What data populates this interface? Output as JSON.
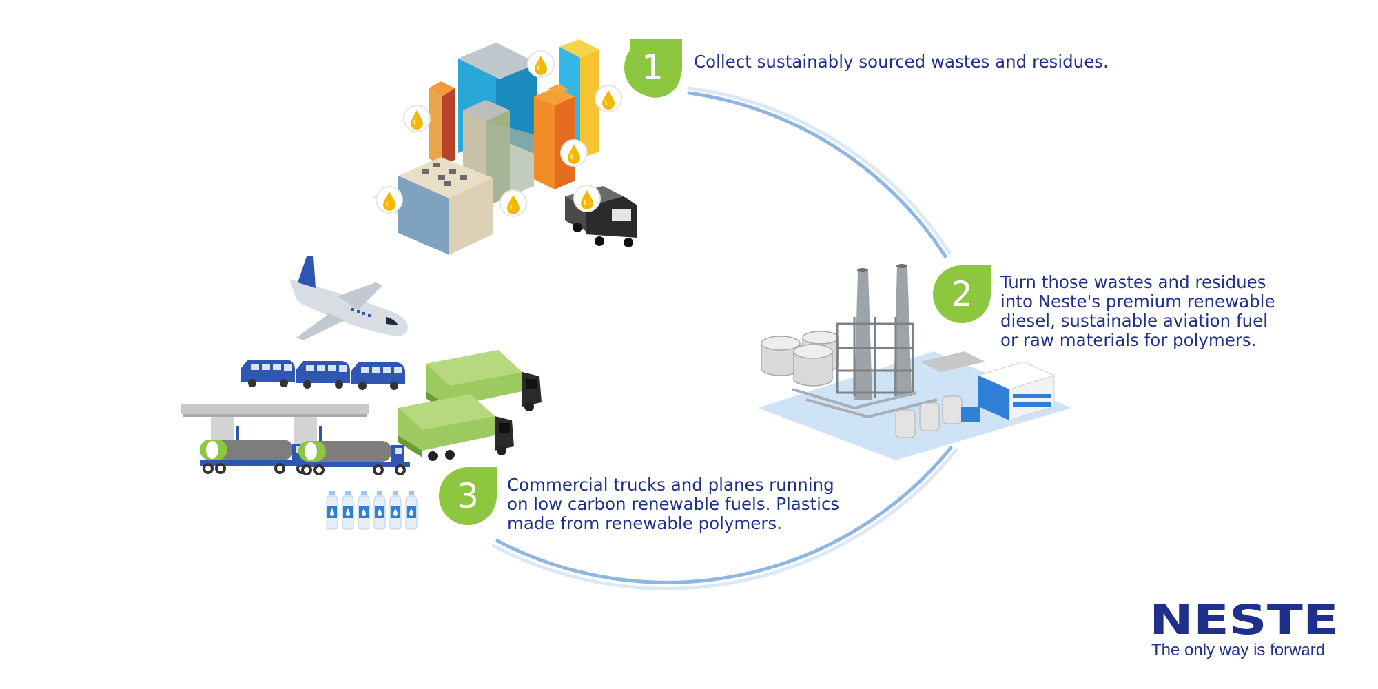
{
  "steps": [
    {
      "number": "1",
      "lines": [
        "Collect sustainably sourced wastes and residues."
      ]
    },
    {
      "number": "2",
      "lines": [
        "Turn those wastes and residues",
        "into Neste's premium renewable",
        "diesel, sustainable aviation fuel",
        "or raw materials for polymers."
      ]
    },
    {
      "number": "3",
      "lines": [
        "Commercial trucks and planes running",
        "on low carbon renewable fuels. Plastics",
        "made from renewable polymers."
      ]
    }
  ],
  "logo": {
    "wordmark": "NESTE",
    "tagline": "The only way is forward"
  },
  "colors": {
    "green": "#8dc63f",
    "navy": "#1e2f8c",
    "arc": "#8fb6e2",
    "oil": "#f5b800",
    "truck_green": "#9cc960",
    "bus_blue": "#2f56b0",
    "tower_gray": "#9ea3a8",
    "pad_blue": "#cfe3f6"
  },
  "icons": [
    "city-buildings-icon",
    "oil-drop-icon",
    "truck-icon",
    "refinery-icon",
    "airplane-icon",
    "bus-icon",
    "fuel-station-icon",
    "tanker-truck-icon",
    "bottle-icon"
  ]
}
